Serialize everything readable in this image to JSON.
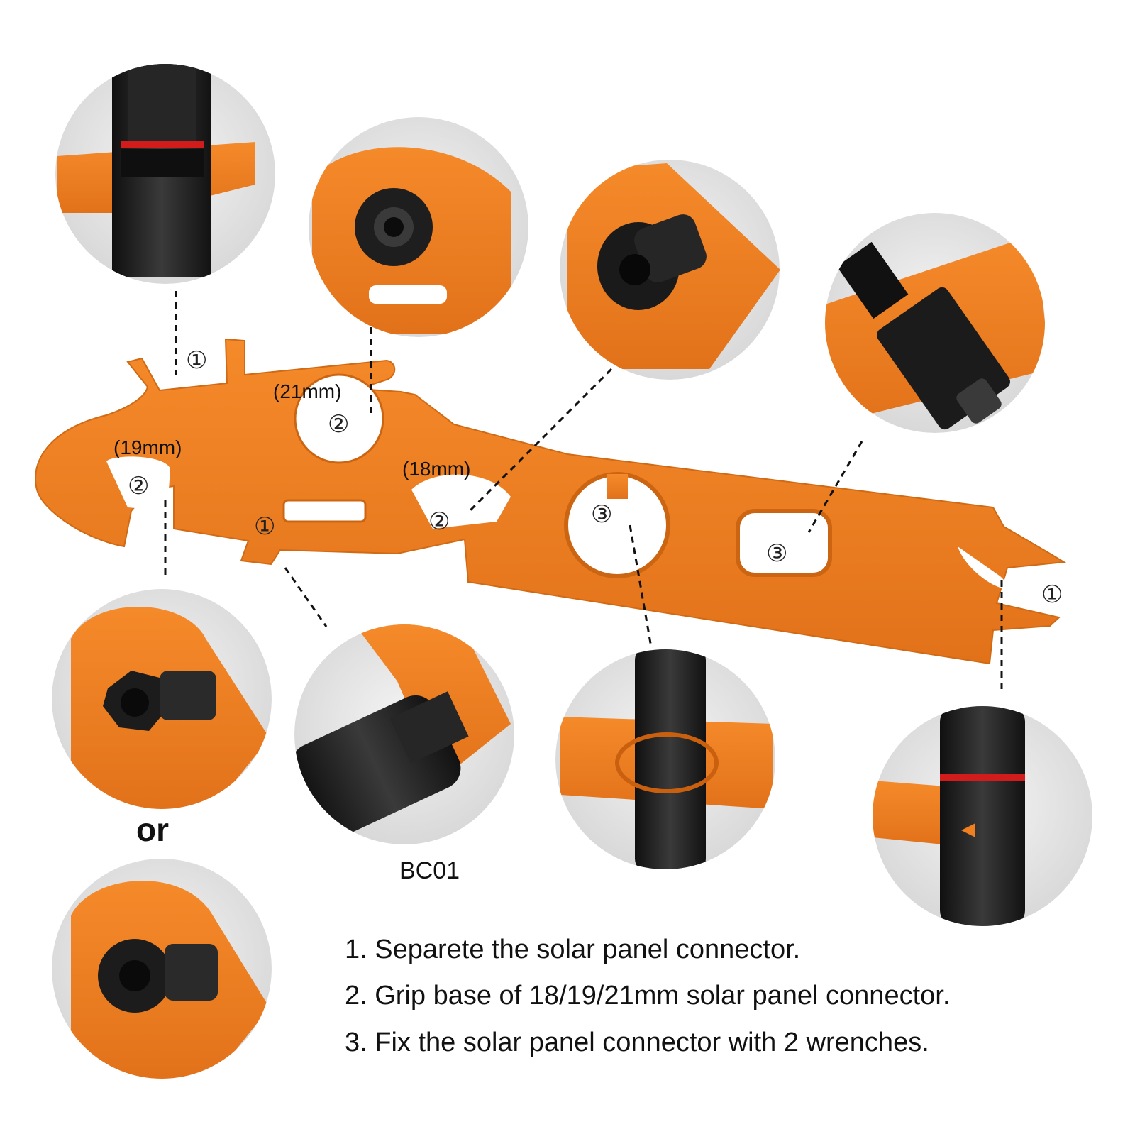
{
  "product": {
    "model": "BC01",
    "or_label": "or"
  },
  "callouts": {
    "sep_top_left": "①",
    "grip_21_num": "②",
    "grip_19_num": "②",
    "sep_lower": "①",
    "grip_18_num": "②",
    "fix_round_num": "③",
    "fix_square_num": "③",
    "sep_right": "①"
  },
  "sizes": {
    "grip_21": "(21mm)",
    "grip_19": "(19mm)",
    "grip_18": "(18mm)"
  },
  "steps": [
    "1. Separete the solar panel connector.",
    "2. Grip base of 18/19/21mm solar panel connector.",
    "3. Fix the solar panel connector with 2 wrenches."
  ],
  "colors": {
    "wrench_orange": "#f07f1f",
    "wrench_shadow": "#c9600f",
    "connector_black": "#1b1b1b",
    "photo_bg": "#e9e9e9",
    "seal_red": "#d21c1c"
  }
}
